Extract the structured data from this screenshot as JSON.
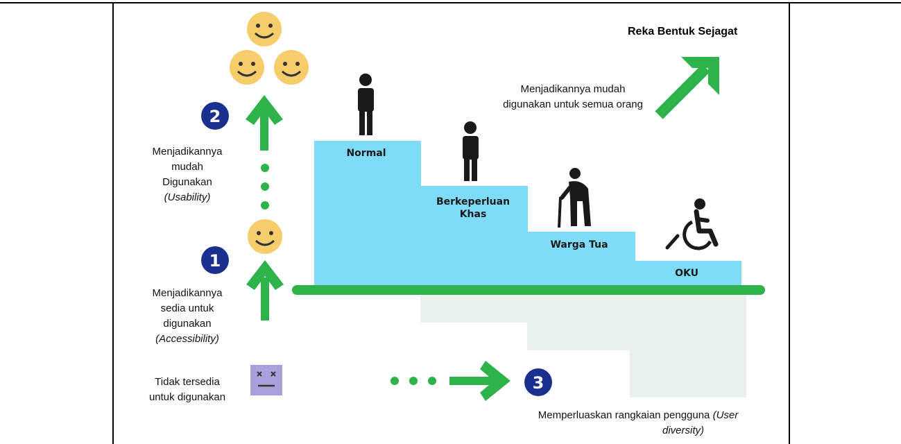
{
  "title": "Reka Bentuk Sejagat",
  "universal_text": "Menjadikannya mudah digunakan untuk semua orang",
  "levels": [
    {
      "number": "2",
      "lines": [
        "Menjadikannya",
        "mudah",
        "Digunakan"
      ],
      "italic": "(Usability)"
    },
    {
      "number": "1",
      "lines": [
        "Menjadikannya",
        "sedia untuk",
        "digunakan"
      ],
      "italic": "(Accessibility)"
    }
  ],
  "unavailable": {
    "lines": [
      "Tidak tersedia",
      "untuk digunakan"
    ]
  },
  "diversity": {
    "number": "3",
    "text": "Memperluaskan rangkaian pengguna",
    "italic_a": "(User",
    "italic_b": "diversity)"
  },
  "steps": [
    "Normal",
    "Berkeperluan Khas",
    "Warga Tua",
    "OKU"
  ],
  "step_lines": {
    "berkeperluan_a": "Berkeperluan",
    "berkeperluan_b": "Khas"
  },
  "colors": {
    "green": "#2db34a",
    "step_blue": "#7fdcf8",
    "shadow": "#e9f2ea",
    "badge": "#1b2f8f",
    "smiley": "#f6cd6a",
    "sad": "#a8a2dc"
  },
  "icons": [
    "smiley-face-icon",
    "sad-face-icon",
    "person-standing-icon",
    "elderly-person-cane-icon",
    "wheelchair-user-icon",
    "arrow-up-icon",
    "arrow-right-icon",
    "arrow-diagonal-icon"
  ]
}
